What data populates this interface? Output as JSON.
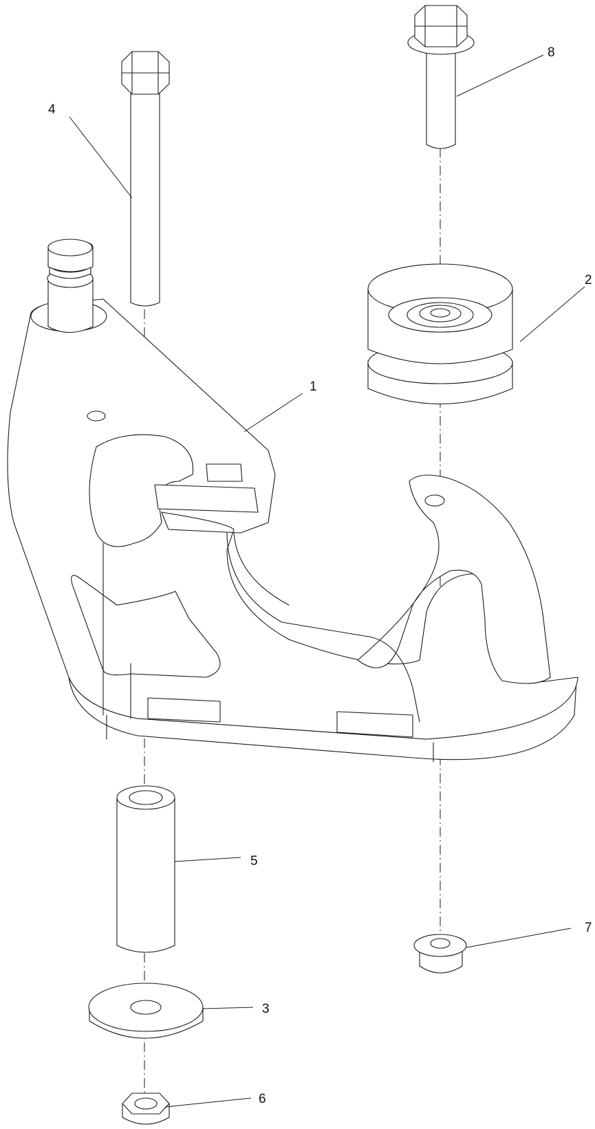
{
  "diagram": {
    "type": "exploded parts view",
    "colors": {
      "line": "#1a1a1a",
      "background": "#ffffff"
    },
    "callouts": [
      "1",
      "2",
      "3",
      "4",
      "5",
      "6",
      "7",
      "8"
    ]
  }
}
